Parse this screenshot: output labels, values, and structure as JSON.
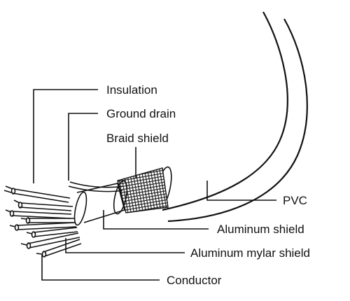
{
  "labels": {
    "insulation": "Insulation",
    "ground_drain": "Ground drain",
    "braid_shield": "Braid shield",
    "pvc": "PVC",
    "aluminum_shield": "Aluminum shield",
    "aluminum_mylar_shield": "Aluminum mylar shield",
    "conductor": "Conductor"
  },
  "colors": {
    "line": "#111111",
    "background": "#ffffff"
  }
}
